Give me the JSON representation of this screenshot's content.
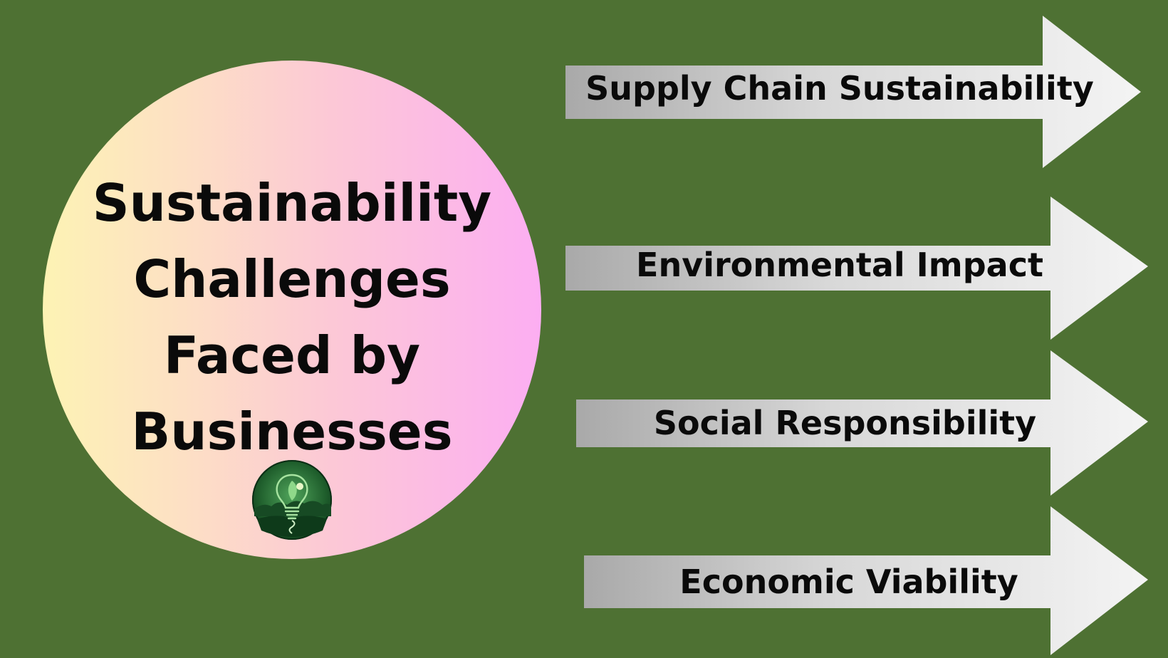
{
  "colors": {
    "background": "#4e7133",
    "circle_gradient": [
      "#fdf3b4",
      "#fcc8d6",
      "#fcaef2"
    ],
    "arrow_gradient": [
      "#a9a9a9",
      "#f2f2f2"
    ],
    "text": "#0a0a0a"
  },
  "center": {
    "title_lines": [
      "Sustainability",
      "Challenges",
      "Faced by",
      "Businesses"
    ],
    "logo_icon": "lightbulb-forest-logo-icon"
  },
  "arrows": [
    {
      "label": "Supply Chain Sustainability"
    },
    {
      "label": "Environmental Impact"
    },
    {
      "label": "Social Responsibility"
    },
    {
      "label": "Economic Viability"
    }
  ]
}
